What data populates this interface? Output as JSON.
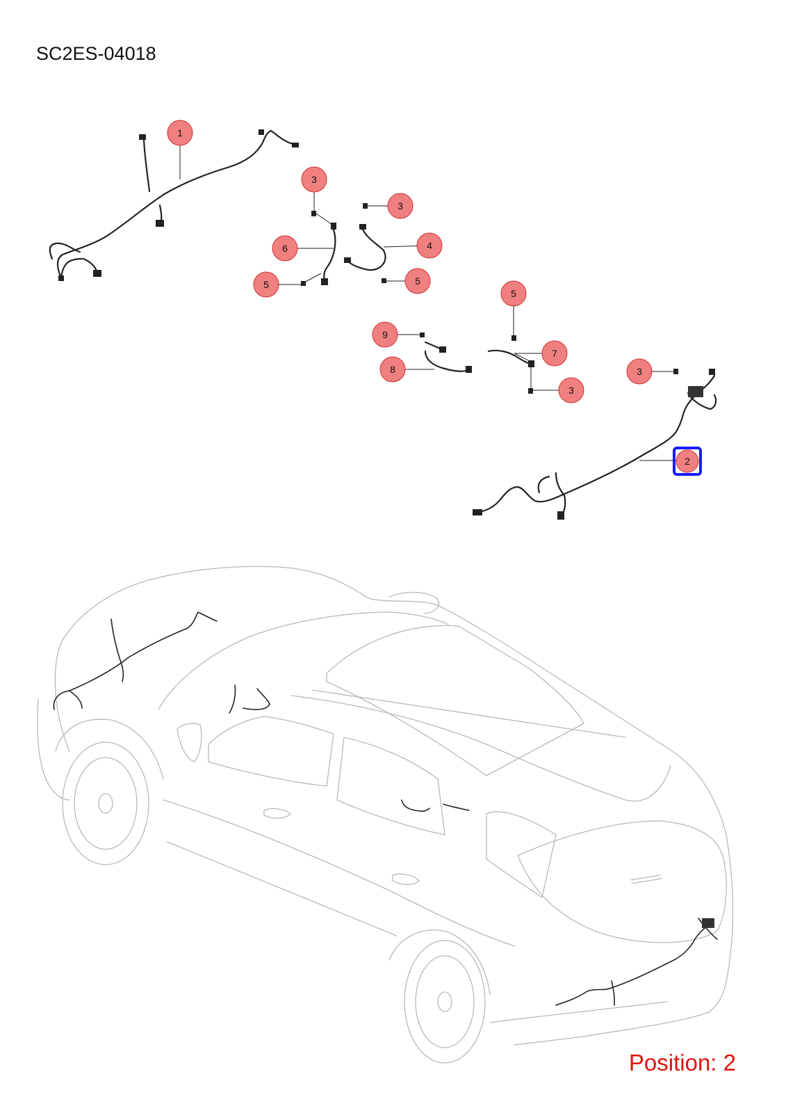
{
  "diagram": {
    "code": "SC2ES-04018",
    "position_label": "Position: 2",
    "selected_callout": "2",
    "colors": {
      "callout_fill": "#f08080",
      "callout_stroke": "#d03030",
      "selected_stroke": "#1a1aff",
      "position_text": "#e0140c"
    }
  },
  "callouts": [
    {
      "id": "c1",
      "label": "1"
    },
    {
      "id": "c2",
      "label": "2"
    },
    {
      "id": "c3a",
      "label": "3"
    },
    {
      "id": "c3b",
      "label": "3"
    },
    {
      "id": "c3c",
      "label": "3"
    },
    {
      "id": "c3d",
      "label": "3"
    },
    {
      "id": "c4",
      "label": "4"
    },
    {
      "id": "c5a",
      "label": "5"
    },
    {
      "id": "c5b",
      "label": "5"
    },
    {
      "id": "c5c",
      "label": "5"
    },
    {
      "id": "c6",
      "label": "6"
    },
    {
      "id": "c7",
      "label": "7"
    },
    {
      "id": "c8",
      "label": "8"
    },
    {
      "id": "c9",
      "label": "9"
    }
  ]
}
